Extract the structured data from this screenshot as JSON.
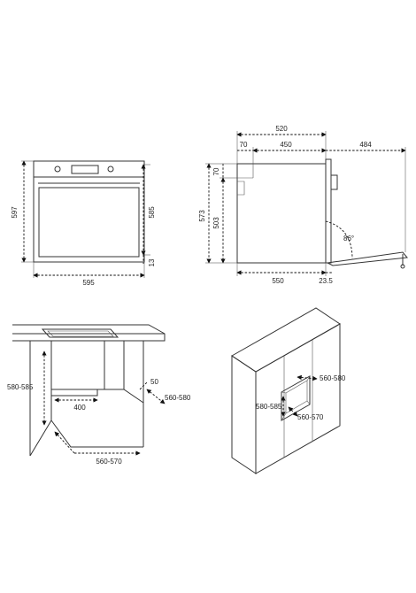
{
  "front_view": {
    "width": "595",
    "height_total": "597",
    "height_body": "585",
    "bottom_gap": "13"
  },
  "side_view": {
    "depth_total": "520",
    "depth_body": "450",
    "front_offset": "70",
    "door_open": "484",
    "top_offset": "70",
    "height_total": "573",
    "height_inner": "503",
    "angle": "86°",
    "base_depth": "550",
    "door_thickness": "23.5"
  },
  "under_counter": {
    "height": "580-585",
    "rear_gap": "50",
    "vent_width": "400",
    "depth": "560-580",
    "width": "560-570"
  },
  "column_install": {
    "depth": "560-580",
    "height": "580-585",
    "width": "560-570"
  }
}
